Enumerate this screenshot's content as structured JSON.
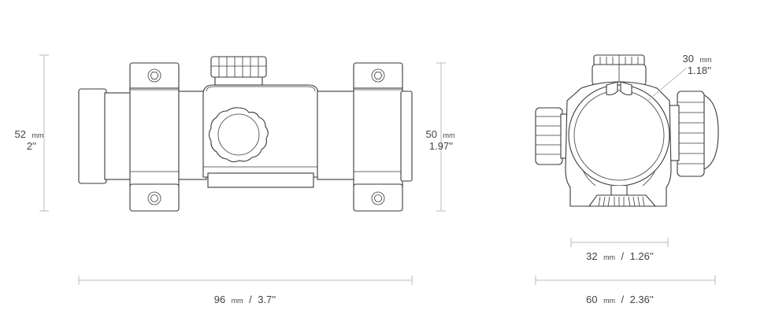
{
  "dimensions": {
    "height_left": {
      "value": "52",
      "unit": "mm",
      "imperial": "2''"
    },
    "height_right": {
      "value": "50",
      "unit": "mm",
      "imperial": "1.97''"
    },
    "length_bottom": {
      "value": "96",
      "unit": "mm",
      "separator": "/",
      "imperial": "3.7''"
    },
    "tube_diameter": {
      "value": "30",
      "unit": "mm",
      "imperial": "1.18''"
    },
    "mount_width": {
      "value": "32",
      "unit": "mm",
      "separator": "/",
      "imperial": "1.26''"
    },
    "front_width": {
      "value": "60",
      "unit": "mm",
      "separator": "/",
      "imperial": "2.36''"
    }
  },
  "colors": {
    "line": "#3a3a3a",
    "dimension": "#bbbbbb",
    "text": "#444444"
  }
}
